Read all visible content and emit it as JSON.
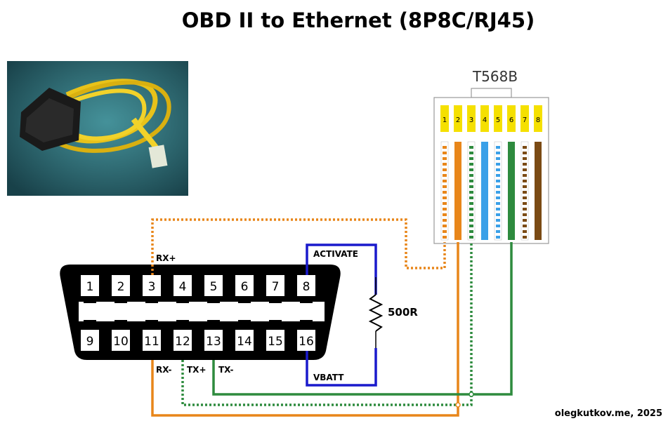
{
  "title": "OBD II to Ethernet (8P8C/RJ45)",
  "credit": "olegkutkov.me, 2025",
  "jack": {
    "standard": "T568B",
    "pins": [
      "1",
      "2",
      "3",
      "4",
      "5",
      "6",
      "7",
      "8"
    ],
    "wire_colors": [
      {
        "base": "#ffffff",
        "stripe": "#e8861a"
      },
      {
        "base": "#e8861a",
        "stripe": null
      },
      {
        "base": "#ffffff",
        "stripe": "#2e8b3e"
      },
      {
        "base": "#3aa0e8",
        "stripe": null
      },
      {
        "base": "#ffffff",
        "stripe": "#3aa0e8"
      },
      {
        "base": "#2e8b3e",
        "stripe": null
      },
      {
        "base": "#ffffff",
        "stripe": "#7a4a14"
      },
      {
        "base": "#7a4a14",
        "stripe": null
      }
    ]
  },
  "obd": {
    "top_pins": [
      "1",
      "2",
      "3",
      "4",
      "5",
      "6",
      "7",
      "8"
    ],
    "bottom_pins": [
      "9",
      "10",
      "11",
      "12",
      "13",
      "14",
      "15",
      "16"
    ]
  },
  "signals": {
    "rx_plus": "RX+",
    "rx_minus": "RX-",
    "tx_plus": "TX+",
    "tx_minus": "TX-",
    "activate": "ACTIVATE",
    "vbatt": "VBATT",
    "resistor": "500R"
  },
  "colors": {
    "orange": "#e8861a",
    "green": "#2e8b3e",
    "blue": "#1a1acc",
    "brown": "#7a4a14",
    "light_blue": "#3aa0e8",
    "pin_yellow": "#f5e000"
  }
}
